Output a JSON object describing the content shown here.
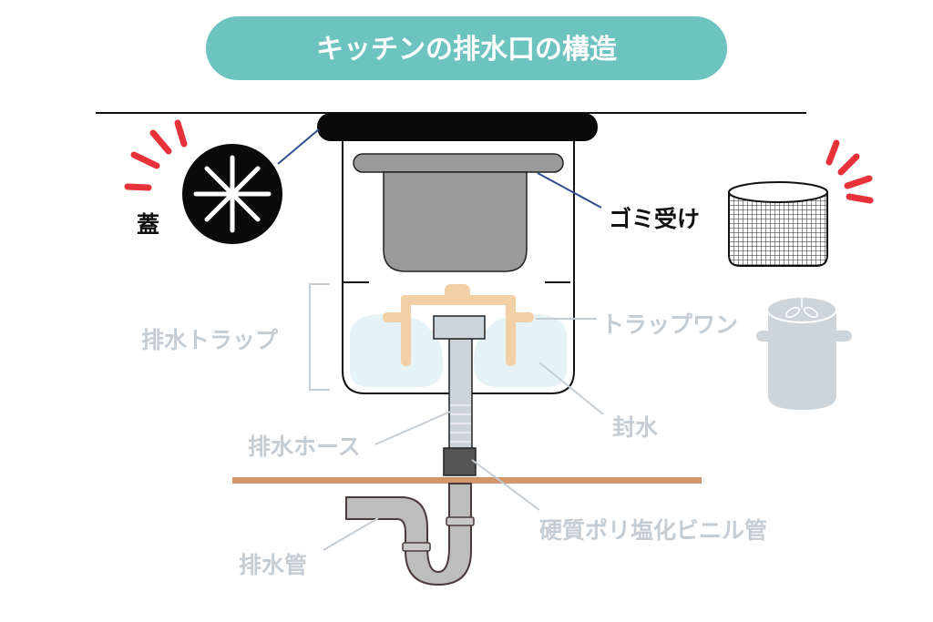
{
  "title": "キッチンの排水口の構造",
  "labels": {
    "lid": "蓋",
    "basket": "ゴミ受け",
    "trap": "排水トラップ",
    "trap_one": "トラップワン",
    "seal_water": "封水",
    "hose": "排水ホース",
    "pvc_pipe": "硬質ポリ塩化ビニル管",
    "drain_pipe": "排水管"
  },
  "colors": {
    "title_bg": "#6cc3c0",
    "highlight_red": "#e8323a",
    "leader_blue": "#2f4f8f",
    "muted_label": "#c5cdd4",
    "trap_orange": "#f2cfa5",
    "water": "#e6f3f6",
    "floor": "#d4956a"
  }
}
